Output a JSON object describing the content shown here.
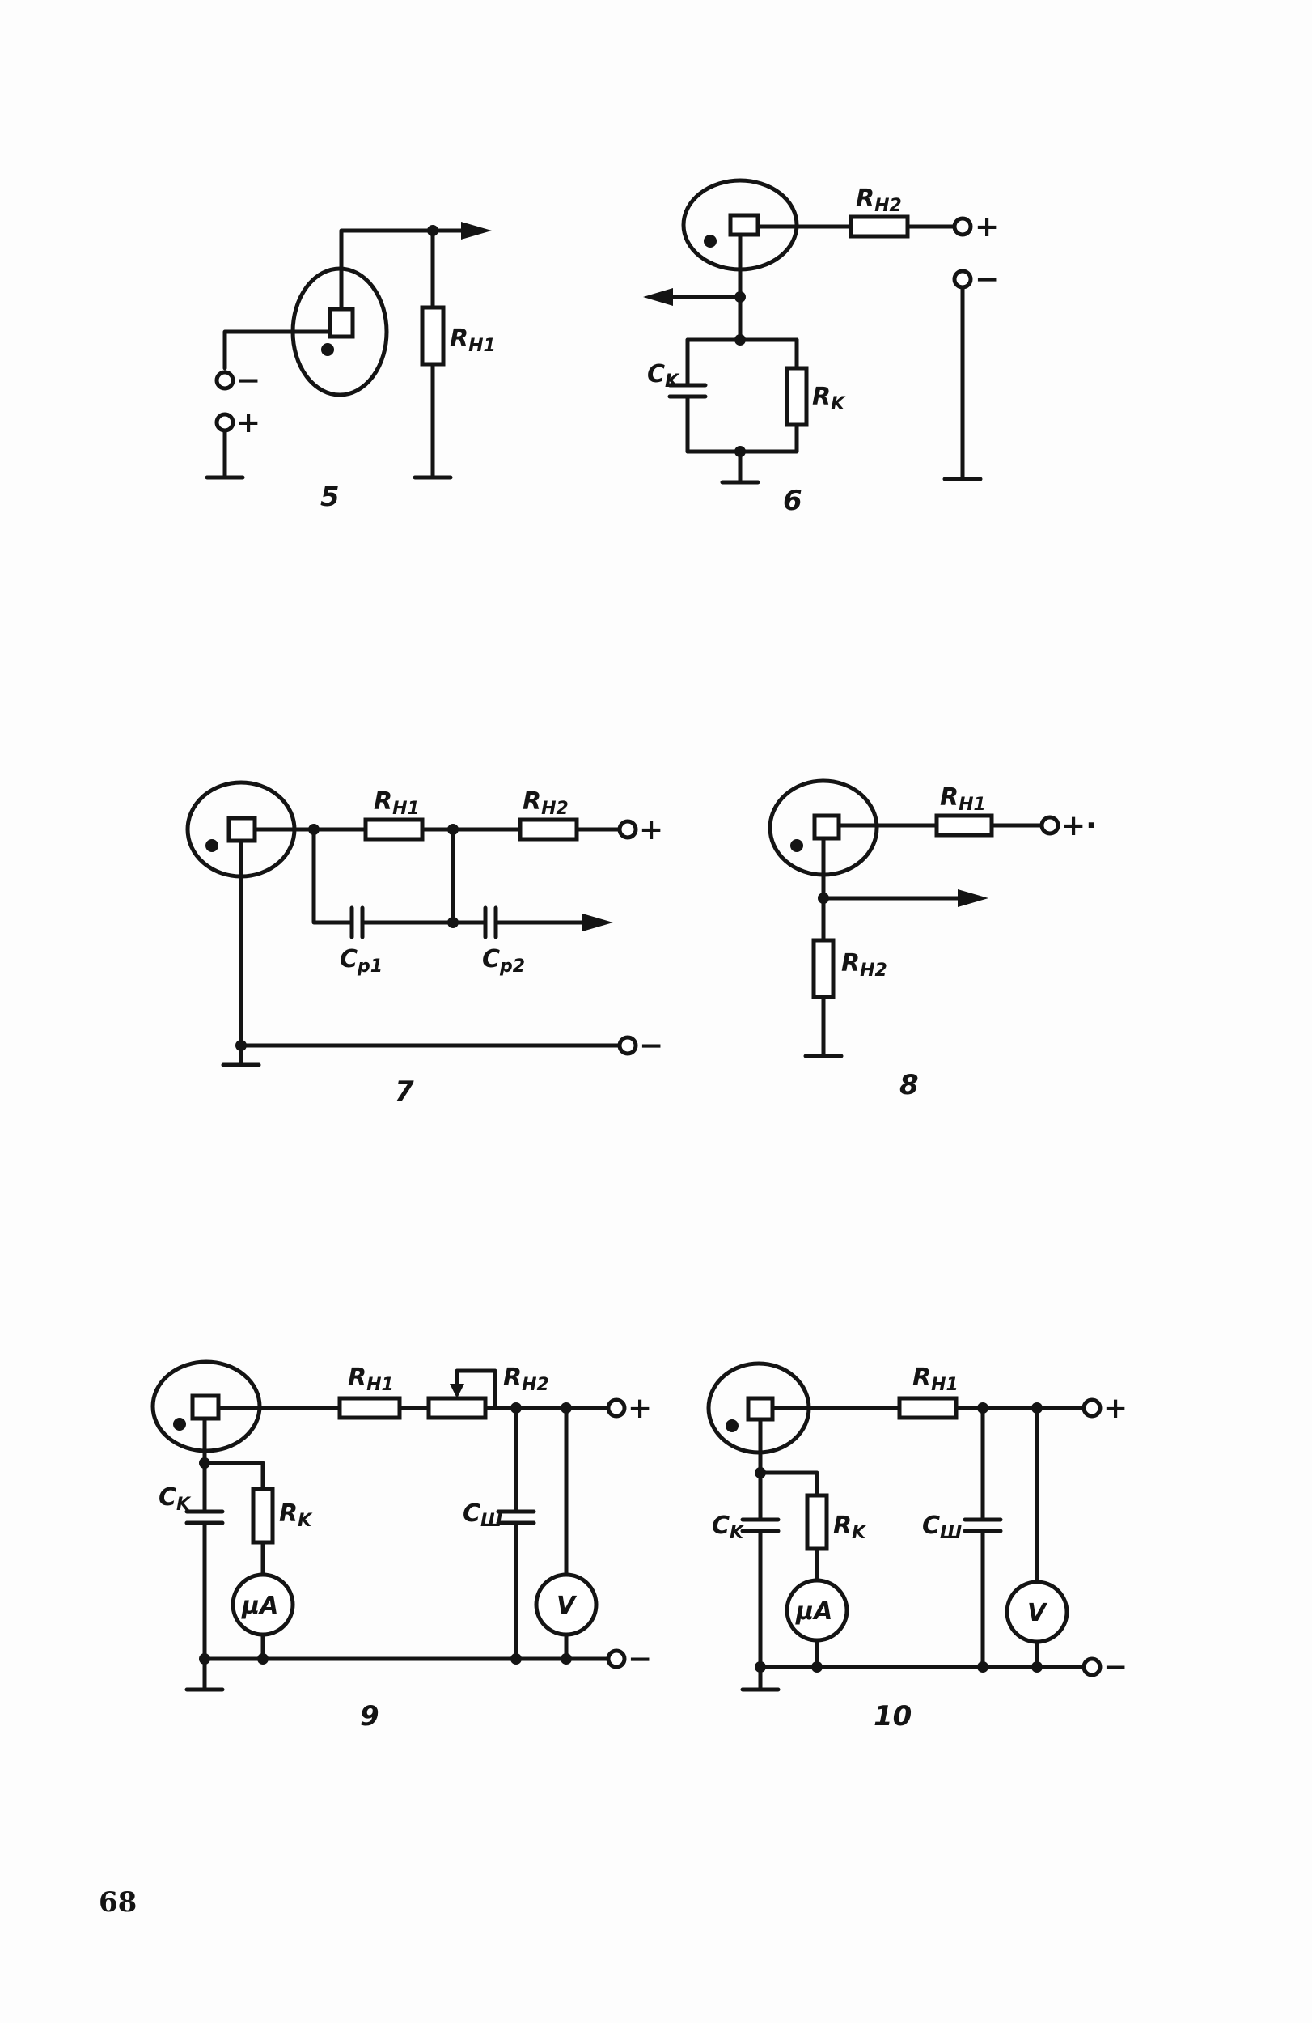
{
  "page_number": "68",
  "diagrams": [
    {
      "number": "5",
      "labels": {
        "r_load": "R",
        "r_load_sub": "H1",
        "minus": "−",
        "plus": "+"
      }
    },
    {
      "number": "6",
      "labels": {
        "r_load": "R",
        "r_load_sub": "H2",
        "ck": "C",
        "ck_sub": "K",
        "rk": "R",
        "rk_sub": "K",
        "plus": "+",
        "minus": "−"
      }
    },
    {
      "number": "7",
      "labels": {
        "r1": "R",
        "r1_sub": "H1",
        "r2": "R",
        "r2_sub": "H2",
        "c1": "C",
        "c1_sub": "p1",
        "c2": "C",
        "c2_sub": "p2",
        "plus": "+",
        "minus": "−"
      }
    },
    {
      "number": "8",
      "labels": {
        "r1": "R",
        "r1_sub": "H1",
        "r2": "R",
        "r2_sub": "H2",
        "plus": "+·"
      }
    },
    {
      "number": "9",
      "labels": {
        "r1": "R",
        "r1_sub": "H1",
        "r2": "R",
        "r2_sub": "H2",
        "ck": "C",
        "ck_sub": "K",
        "rk": "R",
        "rk_sub": "K",
        "cs": "C",
        "cs_sub": "Ш",
        "ua": "μA",
        "v": "V",
        "plus": "+",
        "minus": "−"
      }
    },
    {
      "number": "10",
      "labels": {
        "r1": "R",
        "r1_sub": "H1",
        "ck": "C",
        "ck_sub": "K",
        "rk": "R",
        "rk_sub": "K",
        "cs": "C",
        "cs_sub": "Ш",
        "ua": "μA",
        "v": "V",
        "plus": "+",
        "minus": "−"
      }
    }
  ]
}
